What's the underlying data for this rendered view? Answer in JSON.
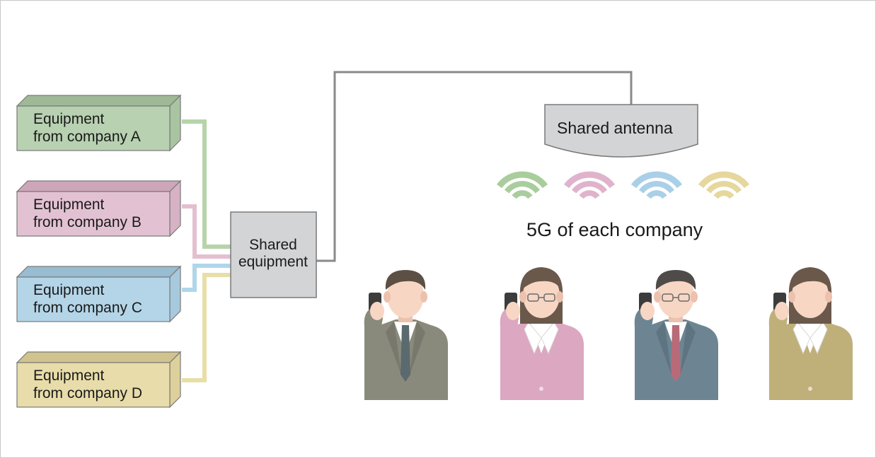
{
  "equipment": [
    {
      "line1": "Equipment",
      "line2": "from company A",
      "color": "#b8d1b1",
      "color_top": "#9fb996",
      "color_side": "#a9c4a1",
      "line_color": "#b6d3a9"
    },
    {
      "line1": "Equipment",
      "line2": "from company B",
      "color": "#e2c2d2",
      "color_top": "#cda6b9",
      "color_side": "#d7b2c4",
      "line_color": "#e4bfd0"
    },
    {
      "line1": "Equipment",
      "line2": "from company C",
      "color": "#b4d5e8",
      "color_top": "#98bcd1",
      "color_side": "#a6c9de",
      "line_color": "#b0d6ea"
    },
    {
      "line1": "Equipment",
      "line2": "from company D",
      "color": "#e8dcaa",
      "color_top": "#d1c38e",
      "color_side": "#ded09a",
      "line_color": "#e8dea8"
    }
  ],
  "shared_equipment": {
    "line1": "Shared",
    "line2": "equipment",
    "color": "#d3d4d6"
  },
  "shared_antenna": {
    "label": "Shared antenna",
    "color": "#d3d4d6"
  },
  "signals": [
    {
      "company": "A",
      "color": "#a9cd9d"
    },
    {
      "company": "B",
      "color": "#e0b3cc"
    },
    {
      "company": "C",
      "color": "#a9d0e8"
    },
    {
      "company": "D",
      "color": "#e6d79d"
    }
  ],
  "caption": "5G of each company",
  "people": [
    {
      "name": "man-gray-suit",
      "suit": "#898a7c",
      "tie": "#5b6a6f",
      "hair": "#5c4f44",
      "glasses": false,
      "female": false
    },
    {
      "name": "woman-pink-suit",
      "suit": "#dca7c0",
      "tie": "",
      "hair": "#6a584a",
      "glasses": true,
      "female": true
    },
    {
      "name": "man-blue-suit",
      "suit": "#6d8593",
      "tie": "#b96a78",
      "hair": "#4f4b48",
      "glasses": true,
      "female": false
    },
    {
      "name": "woman-olive-suit",
      "suit": "#bfb07a",
      "tie": "",
      "hair": "#6a584a",
      "glasses": false,
      "female": true
    }
  ]
}
